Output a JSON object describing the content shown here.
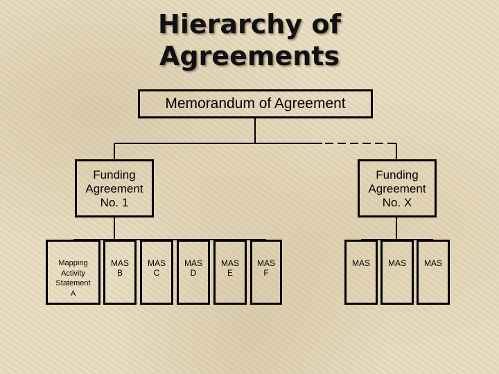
{
  "title": {
    "line1": "Hierarchy of",
    "line2": "Agreements"
  },
  "root": {
    "label": "Memorandum of Agreement"
  },
  "funding_agreements": [
    {
      "label": "Funding\nAgreement\nNo. 1"
    },
    {
      "label": "Funding\nAgreement\nNo. X"
    }
  ],
  "mas_group_1": [
    {
      "label": "Mapping\nActivity\nStatement\nA"
    },
    {
      "label": "MAS\nB"
    },
    {
      "label": "MAS\nC"
    },
    {
      "label": "MAS\nD"
    },
    {
      "label": "MAS\nE"
    },
    {
      "label": "MAS\nF"
    }
  ],
  "mas_group_x": [
    {
      "label": "MAS"
    },
    {
      "label": "MAS"
    },
    {
      "label": "MAS"
    }
  ]
}
